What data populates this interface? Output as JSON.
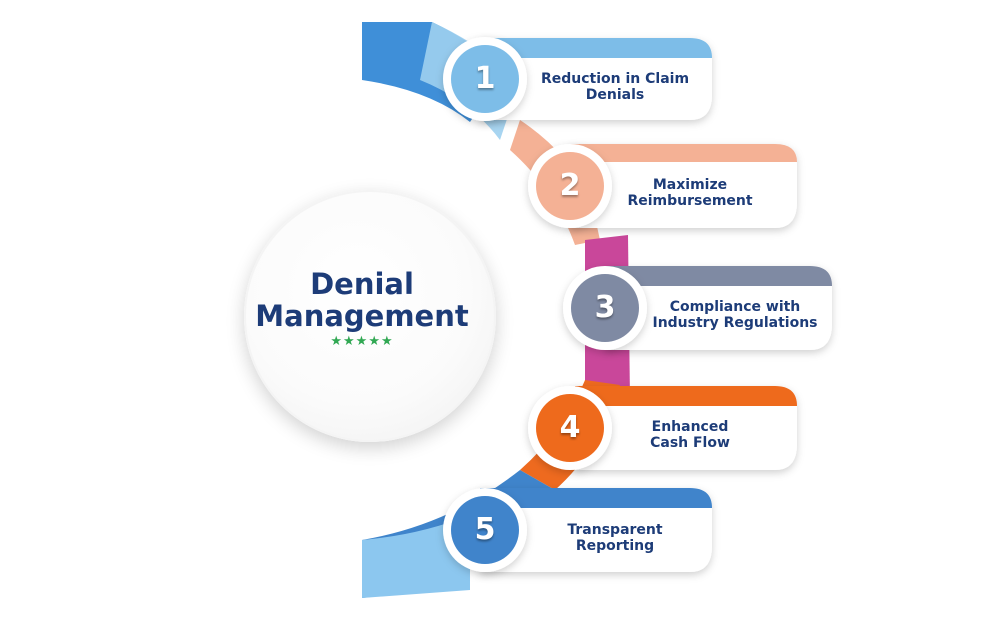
{
  "center": {
    "title_line1": "Denial",
    "title_line2": "Management",
    "stars": "★★★★★"
  },
  "items": [
    {
      "number": "1",
      "line1": "Reduction in Claim",
      "line2": "Denials",
      "color": "#7dbde8",
      "band": "#3f8fd8"
    },
    {
      "number": "2",
      "line1": "Maximize",
      "line2": "Reimbursement",
      "color": "#f4b195",
      "band": "#ef9f83"
    },
    {
      "number": "3",
      "line1": "Compliance with",
      "line2": "Industry Regulations",
      "color": "#7f8aa3",
      "band": "#c9479a"
    },
    {
      "number": "4",
      "line1": "Enhanced",
      "line2": "Cash Flow",
      "color": "#ee6a1f",
      "band": "#ee6a1f"
    },
    {
      "number": "5",
      "line1": "Transparent",
      "line2": "Reporting",
      "color": "#3f84cb",
      "band": "#3f84cb"
    }
  ]
}
